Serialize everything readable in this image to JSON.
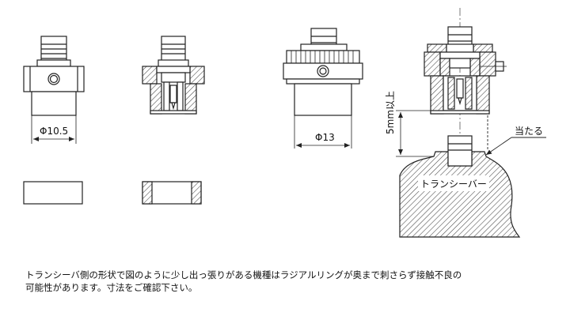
{
  "dimensions": {
    "small_diameter": "Φ10.5",
    "large_diameter": "Φ13",
    "min_depth": "5mm以上"
  },
  "labels": {
    "contact": "当たる",
    "transceiver_bar": "トランシーバー"
  },
  "note": {
    "line1": "トランシーバ側の形状で図のように少し出っ張りがある機種はラジアルリングが奥まで刺さらず接触不良の",
    "line2": "可能性があります。寸法をご確認下さい。"
  },
  "colors": {
    "line": "#222222",
    "hatch": "#444444",
    "background": "#ffffff"
  }
}
